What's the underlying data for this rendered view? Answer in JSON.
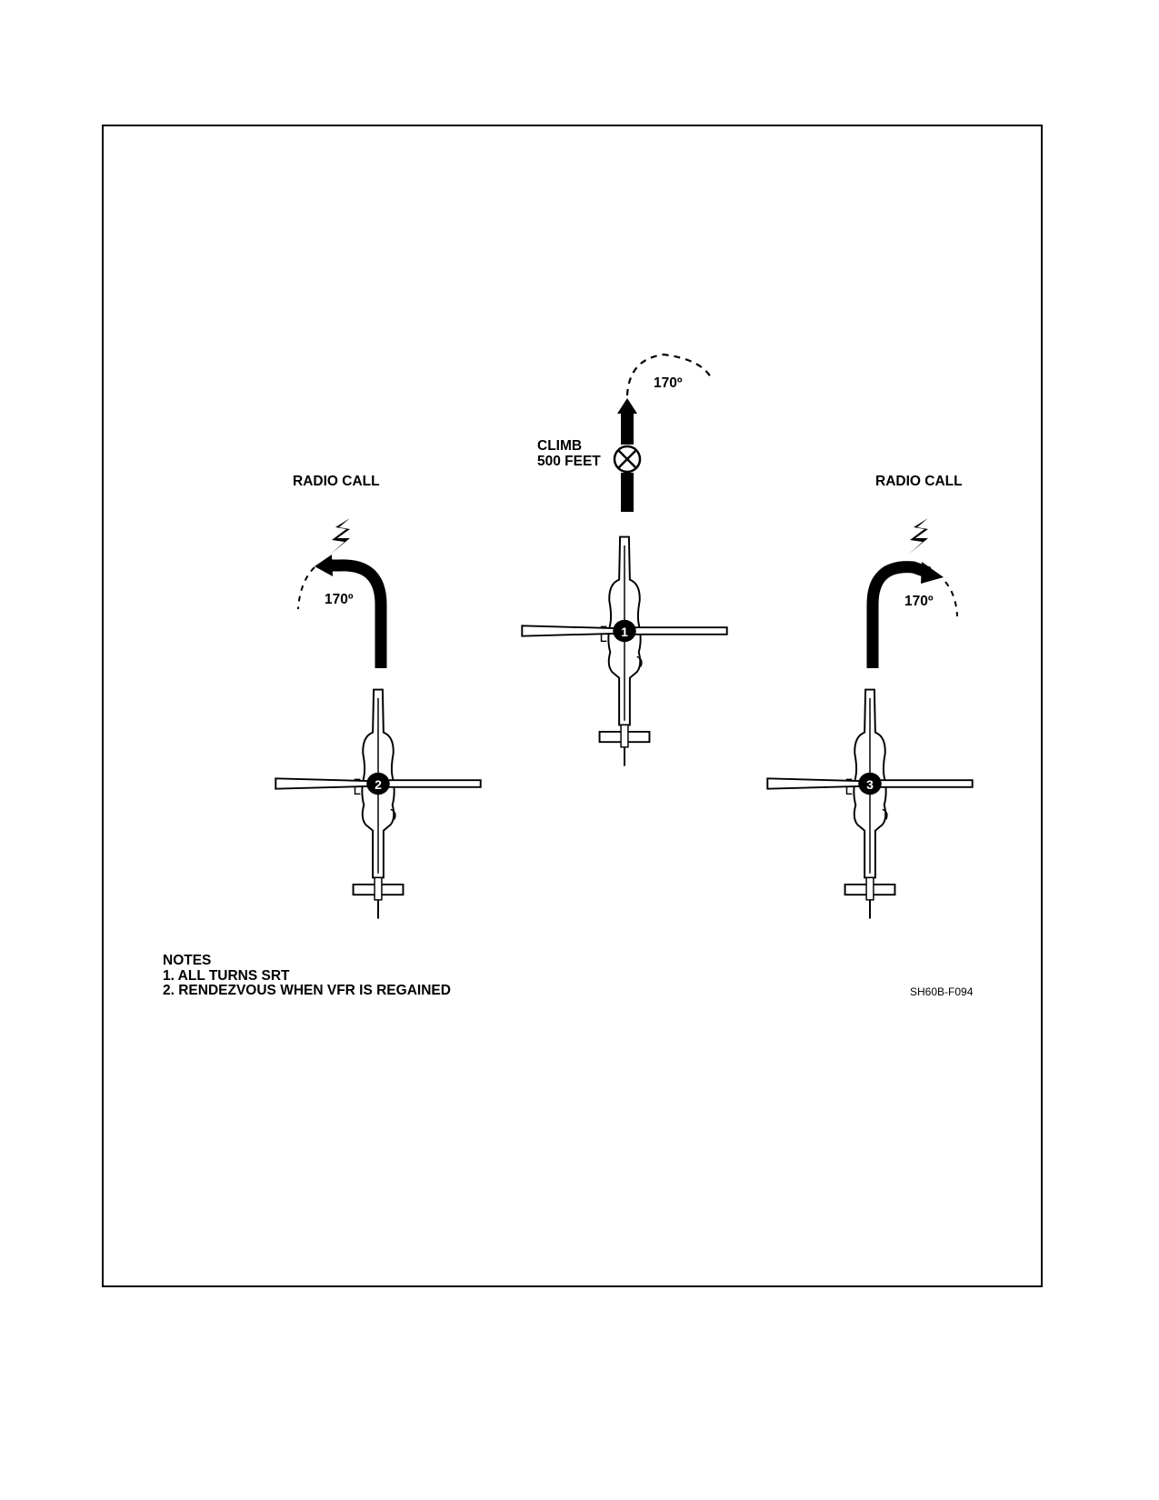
{
  "labels": {
    "climb_line1": "CLIMB",
    "climb_line2": "500 FEET",
    "radio_call_left": "RADIO CALL",
    "radio_call_right": "RADIO CALL",
    "angle_lead": "170º",
    "angle_left": "170º",
    "angle_right": "170º"
  },
  "aircraft": [
    {
      "number": "1"
    },
    {
      "number": "2"
    },
    {
      "number": "3"
    }
  ],
  "notes": {
    "heading": "NOTES",
    "items": [
      "1. ALL TURNS SRT",
      "2. RENDEZVOUS WHEN VFR IS REGAINED"
    ]
  },
  "figure_id": "SH60B-F094",
  "icons": [
    "helicopter-icon",
    "lightning-icon",
    "navaid-cross-icon",
    "turn-arrow-icon"
  ]
}
